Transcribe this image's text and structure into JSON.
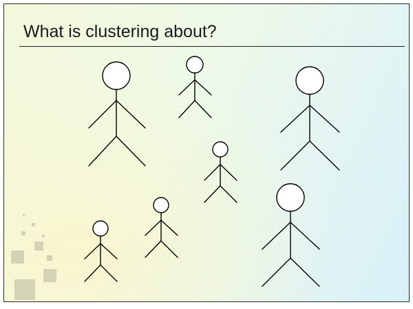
{
  "slide": {
    "title": "What is clustering about?"
  },
  "figures": [
    {
      "id": "figure-large-1",
      "size": "large"
    },
    {
      "id": "figure-small-1",
      "size": "small"
    },
    {
      "id": "figure-large-2",
      "size": "large"
    },
    {
      "id": "figure-small-2",
      "size": "small"
    },
    {
      "id": "figure-small-3",
      "size": "small"
    },
    {
      "id": "figure-small-4",
      "size": "small"
    },
    {
      "id": "figure-large-3",
      "size": "large"
    }
  ],
  "colors": {
    "ink": "#000000",
    "title": "#1a1a1a",
    "decor_squares": "#c9c7aa"
  }
}
